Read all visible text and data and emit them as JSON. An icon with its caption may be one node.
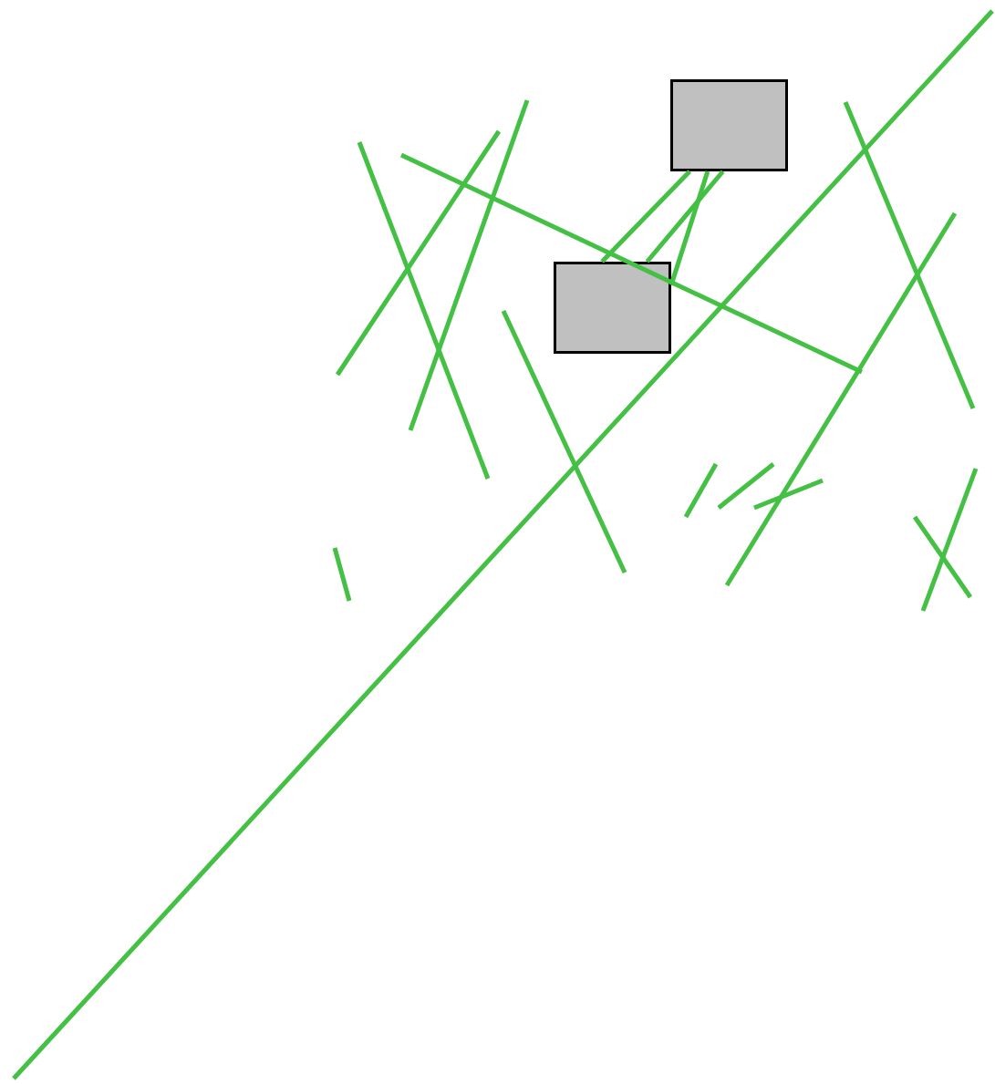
{
  "diagram": {
    "nodes": [
      {
        "text": [],
        "shape": "box"
      },
      {
        "text": [],
        "shape": "box"
      }
    ],
    "edges": [
      {
        "from": 1,
        "to": 0,
        "arrow": "none"
      },
      {
        "from": 1,
        "to": 0,
        "arrow": "none"
      },
      {
        "from": 1,
        "to": 0,
        "arrow": "none"
      }
    ]
  }
}
